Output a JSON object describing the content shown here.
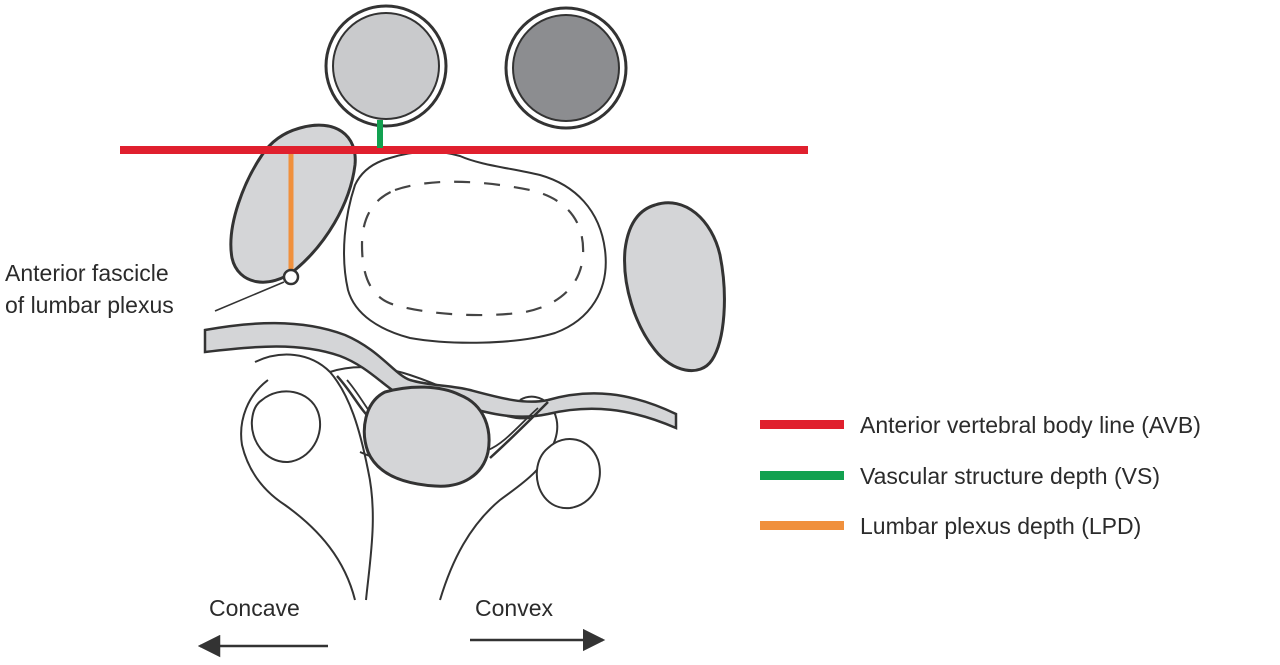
{
  "labels": {
    "plexus_line1": "Anterior fascicle",
    "plexus_line2": "of lumbar plexus",
    "concave": "Concave",
    "convex": "Convex"
  },
  "legend": [
    {
      "text": "Anterior vertebral body line (AVB)",
      "color": "#e0202e"
    },
    {
      "text": "Vascular structure depth (VS)",
      "color": "#12a150"
    },
    {
      "text": "Lumbar plexus depth (LPD)",
      "color": "#f0903c"
    }
  ],
  "colors": {
    "outline": "#333333",
    "tissue_fill": "#d4d5d7",
    "artery_fill": "#c9cacc",
    "vein_fill": "#8c8d90"
  }
}
